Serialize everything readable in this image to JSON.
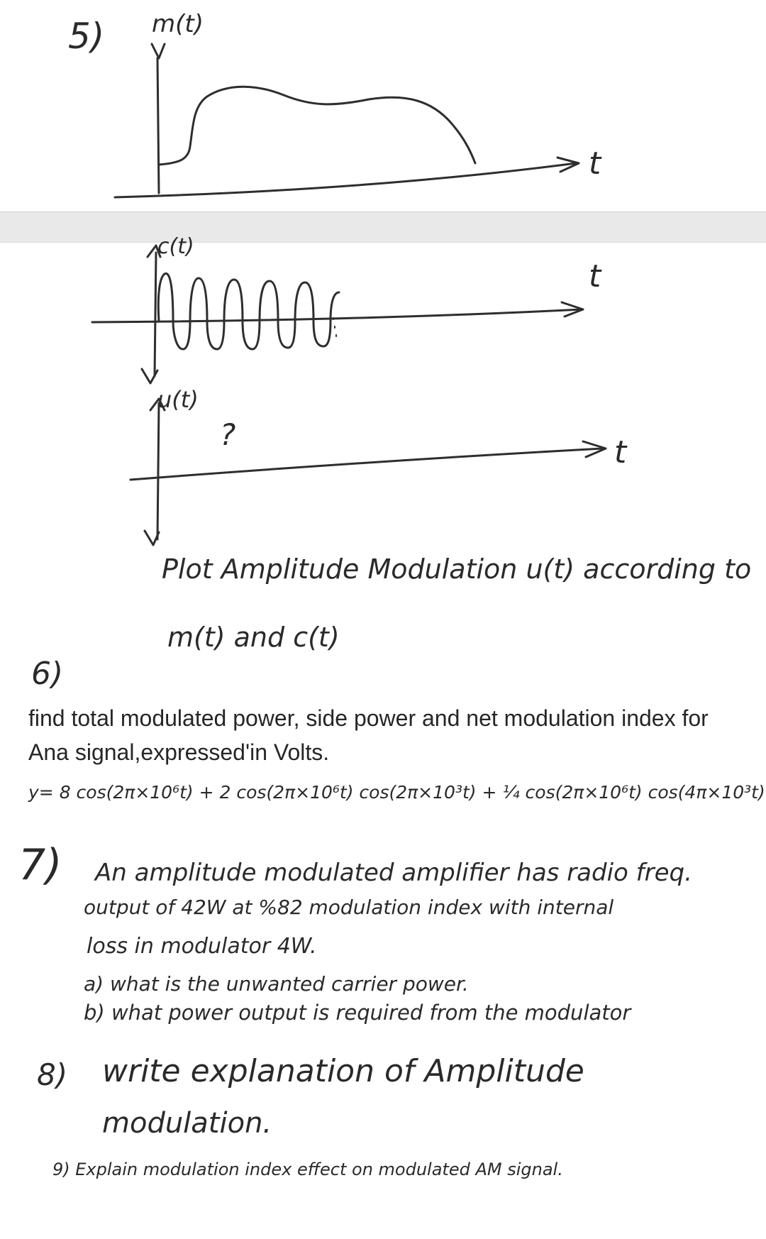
{
  "problem5": {
    "number": "5)",
    "graph_m": {
      "ylabel": "m(t)",
      "xlabel": "t"
    },
    "graph_c": {
      "ylabel": "c(t)",
      "xlabel": "t"
    },
    "graph_u": {
      "ylabel": "u(t)",
      "xlabel": "t",
      "unknown": "?"
    },
    "instruction_line1": "Plot Amplitude Modulation u(t) according to",
    "instruction_line2": "m(t) and c(t)"
  },
  "problem6": {
    "number": "6)",
    "text": "find total modulated power, side power and net modulation index for Ana signal,expressed'in Volts.",
    "equation": "y= 8 cos(2π×10⁶t) + 2 cos(2π×10⁶t) cos(2π×10³t) + ¼ cos(2π×10⁶t) cos(4π×10³t)"
  },
  "problem7": {
    "number": "7)",
    "line1": "An amplitude modulated amplifier has radio freq.",
    "line2": "output of 42W at %82 modulation index with internal",
    "line3": "loss in modulator 4W.",
    "part_a": "a) what is the unwanted carrier power.",
    "part_b": "b) what power output is required from the modulator"
  },
  "problem8": {
    "number": "8)",
    "line1": "write explanation of Amplitude",
    "line2": "modulation."
  },
  "problem9": {
    "text": "9) Explain modulation index effect on modulated AM signal."
  }
}
